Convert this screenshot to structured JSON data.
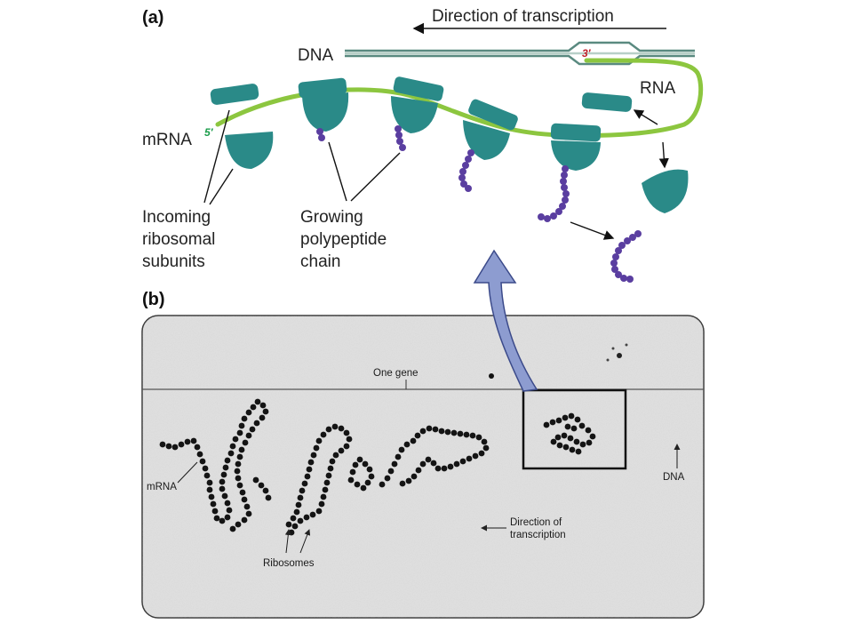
{
  "panel_a": {
    "label": "(a)",
    "direction_label": "Direction of transcription",
    "dna_label": "DNA",
    "rna_label": "RNA",
    "mrna_label": "mRNA",
    "five_prime": "5′",
    "three_prime": "3′",
    "incoming_label": [
      "Incoming",
      "ribosomal",
      "subunits"
    ],
    "growing_label": [
      "Growing",
      "polypeptide",
      "chain"
    ]
  },
  "panel_b": {
    "label": "(b)",
    "one_gene": "One gene",
    "mrna": "mRNA",
    "ribosomes": "Ribosomes",
    "dna": "DNA",
    "direction": [
      "Direction of",
      "transcription"
    ]
  },
  "colors": {
    "ribosome": "#2a8a88",
    "mrna": "#8cc63f",
    "dna": "#5a8a80",
    "polypeptide": "#5a3ea0",
    "arrow": "#8d9cd0"
  }
}
